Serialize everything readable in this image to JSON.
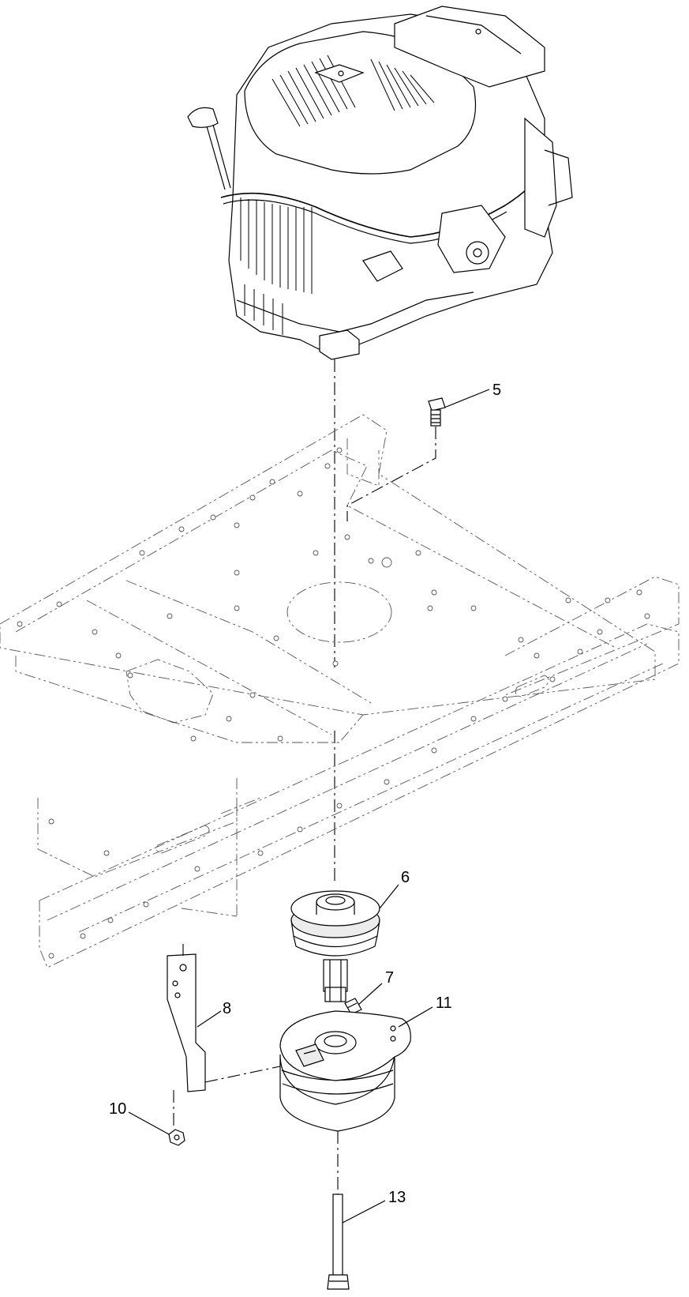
{
  "callouts": [
    {
      "id": "c5",
      "label": "5"
    },
    {
      "id": "c6",
      "label": "6"
    },
    {
      "id": "c7",
      "label": "7"
    },
    {
      "id": "c8",
      "label": "8"
    },
    {
      "id": "c10",
      "label": "10"
    },
    {
      "id": "c11",
      "label": "11"
    },
    {
      "id": "c13",
      "label": "13"
    }
  ]
}
